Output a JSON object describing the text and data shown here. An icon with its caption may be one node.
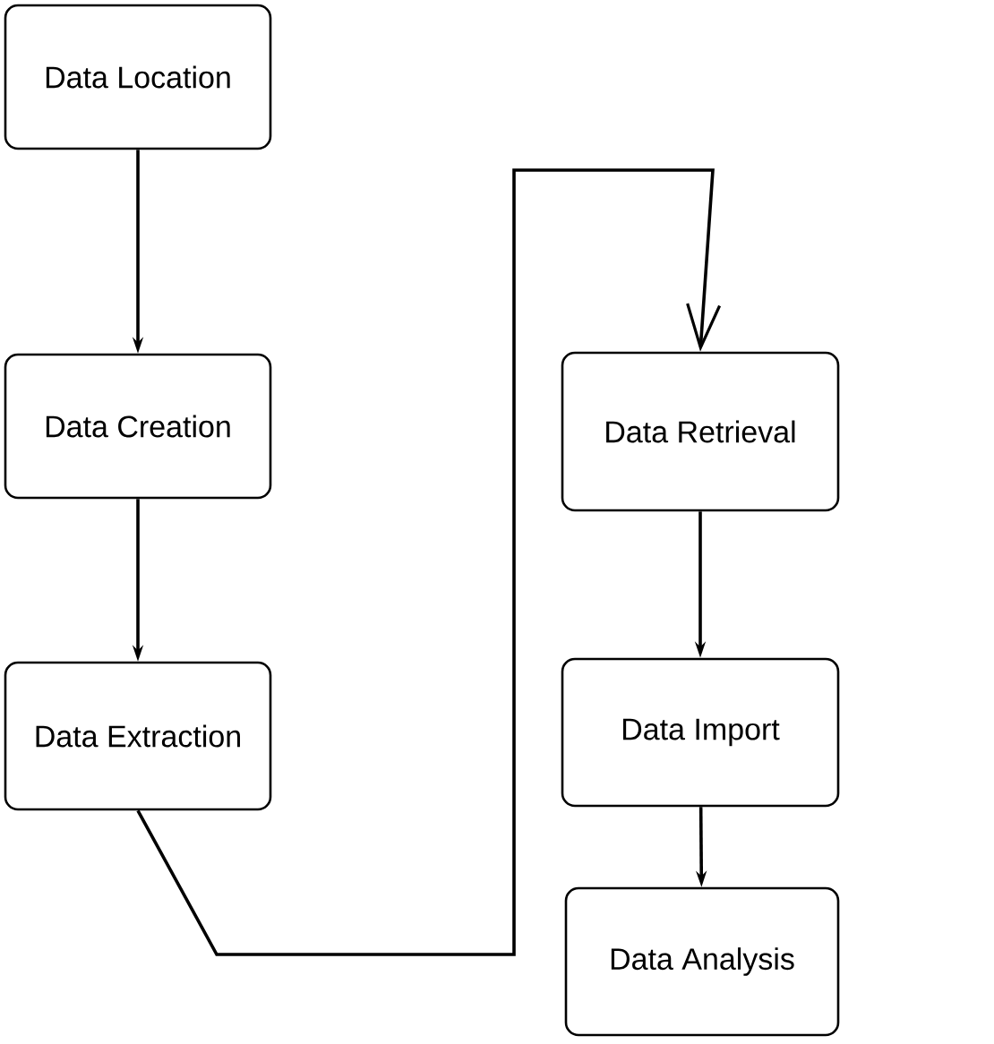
{
  "diagram": {
    "nodes": [
      {
        "text": [
          "Data Location"
        ]
      },
      {
        "text": [
          "Data Creation"
        ]
      },
      {
        "text": [
          "Data Extraction"
        ]
      },
      {
        "text": [
          "Data Retrieval"
        ]
      },
      {
        "text": [
          "Data Import"
        ]
      },
      {
        "text": [
          "Data Analysis"
        ]
      }
    ],
    "edges": [
      {
        "from": 0,
        "to": 1,
        "arrow": "to"
      },
      {
        "from": 1,
        "to": 2,
        "arrow": "to"
      },
      {
        "from": 2,
        "to": 3,
        "arrow": "to"
      },
      {
        "from": 3,
        "to": 4,
        "arrow": "to"
      },
      {
        "from": 4,
        "to": 5,
        "arrow": "to"
      }
    ]
  }
}
